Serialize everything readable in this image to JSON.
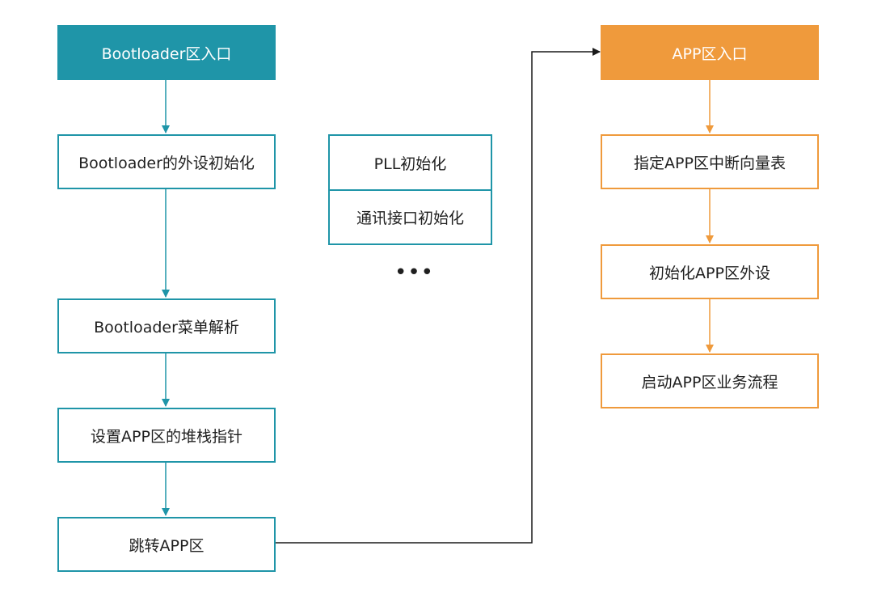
{
  "bootloader": {
    "entry": "Bootloader区入口",
    "steps": [
      "Bootloader的外设初始化",
      "Bootloader菜单解析",
      "设置APP区的堆栈指针",
      "跳转APP区"
    ]
  },
  "peripheral_init": {
    "items": [
      "PLL初始化",
      "通讯接口初始化"
    ],
    "more": "•••"
  },
  "app": {
    "entry": "APP区入口",
    "steps": [
      "指定APP区中断向量表",
      "初始化APP区外设",
      "启动APP区业务流程"
    ]
  },
  "colors": {
    "bootloader": "#1f95a8",
    "app": "#ef9a3c",
    "jump_connector": "#1a1a1a"
  }
}
